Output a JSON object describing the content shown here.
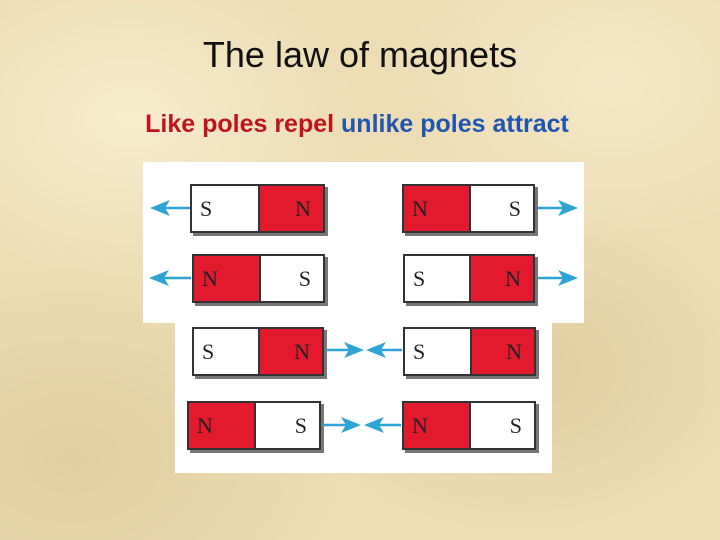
{
  "slide": {
    "title": "The law of magnets",
    "subtitle_part1": "Like poles repel",
    "subtitle_part2": "unlike poles attract"
  },
  "colors": {
    "red_pole": "#e3192e",
    "white_pole": "#ffffff",
    "arrow": "#2ea3d6",
    "subtitle_red": "#c0141c",
    "subtitle_blue": "#1f56b0"
  },
  "diagram": {
    "rows": [
      {
        "left_magnet": [
          "S",
          "N"
        ],
        "right_magnet": [
          "N",
          "S"
        ]
      },
      {
        "left_magnet": [
          "N",
          "S"
        ],
        "right_magnet": [
          "S",
          "N"
        ]
      },
      {
        "left_magnet": [
          "S",
          "N"
        ],
        "right_magnet": [
          "S",
          "N"
        ]
      },
      {
        "left_magnet": [
          "N",
          "S"
        ],
        "right_magnet": [
          "N",
          "S"
        ]
      }
    ]
  }
}
